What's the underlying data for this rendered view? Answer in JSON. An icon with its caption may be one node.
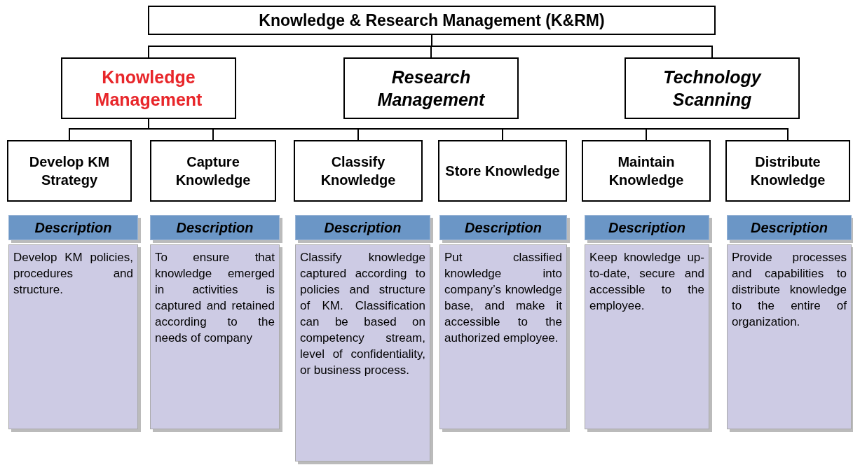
{
  "diagram": {
    "nodes": [
      {
        "text": [
          "Knowledge & Research Management (K&RM)"
        ]
      },
      {
        "text": [
          "Knowledge Management"
        ]
      },
      {
        "text": [
          "Research Management"
        ]
      },
      {
        "text": [
          "Technology Scanning"
        ]
      },
      {
        "text": [
          "Develop KM Strategy"
        ]
      },
      {
        "text": [
          "Capture Knowledge"
        ]
      },
      {
        "text": [
          "Classify Knowledge"
        ]
      },
      {
        "text": [
          "Store Knowledge"
        ]
      },
      {
        "text": [
          "Maintain Knowledge"
        ]
      },
      {
        "text": [
          "Distribute Knowledge"
        ]
      },
      {
        "text": [
          "Description",
          "Develop KM policies, procedures and structure."
        ]
      },
      {
        "text": [
          "Description",
          "To ensure that knowledge emerged in activities is captured and retained according to the needs of company"
        ]
      },
      {
        "text": [
          "Description",
          "Classify knowledge captured according to policies and structure of KM. Classification can be based on competency stream, level of confidentiality, or business process."
        ]
      },
      {
        "text": [
          "Description",
          "Put classified knowledge into company’s knowledge base, and make it accessible to the authorized employee."
        ]
      },
      {
        "text": [
          "Description",
          "Keep knowledge up-to-date, secure and accessible to the employee."
        ]
      },
      {
        "text": [
          "Description",
          "Provide processes and capabilities to distribute knowledge to the entire of organization."
        ]
      }
    ],
    "edges": [
      {
        "from": 0,
        "to": 1,
        "arrow": "none"
      },
      {
        "from": 0,
        "to": 2,
        "arrow": "none"
      },
      {
        "from": 0,
        "to": 3,
        "arrow": "none"
      },
      {
        "from": 1,
        "to": 4,
        "arrow": "none"
      },
      {
        "from": 1,
        "to": 5,
        "arrow": "none"
      },
      {
        "from": 1,
        "to": 6,
        "arrow": "none"
      },
      {
        "from": 1,
        "to": 7,
        "arrow": "none"
      },
      {
        "from": 1,
        "to": 8,
        "arrow": "none"
      },
      {
        "from": 1,
        "to": 9,
        "arrow": "none"
      }
    ]
  }
}
